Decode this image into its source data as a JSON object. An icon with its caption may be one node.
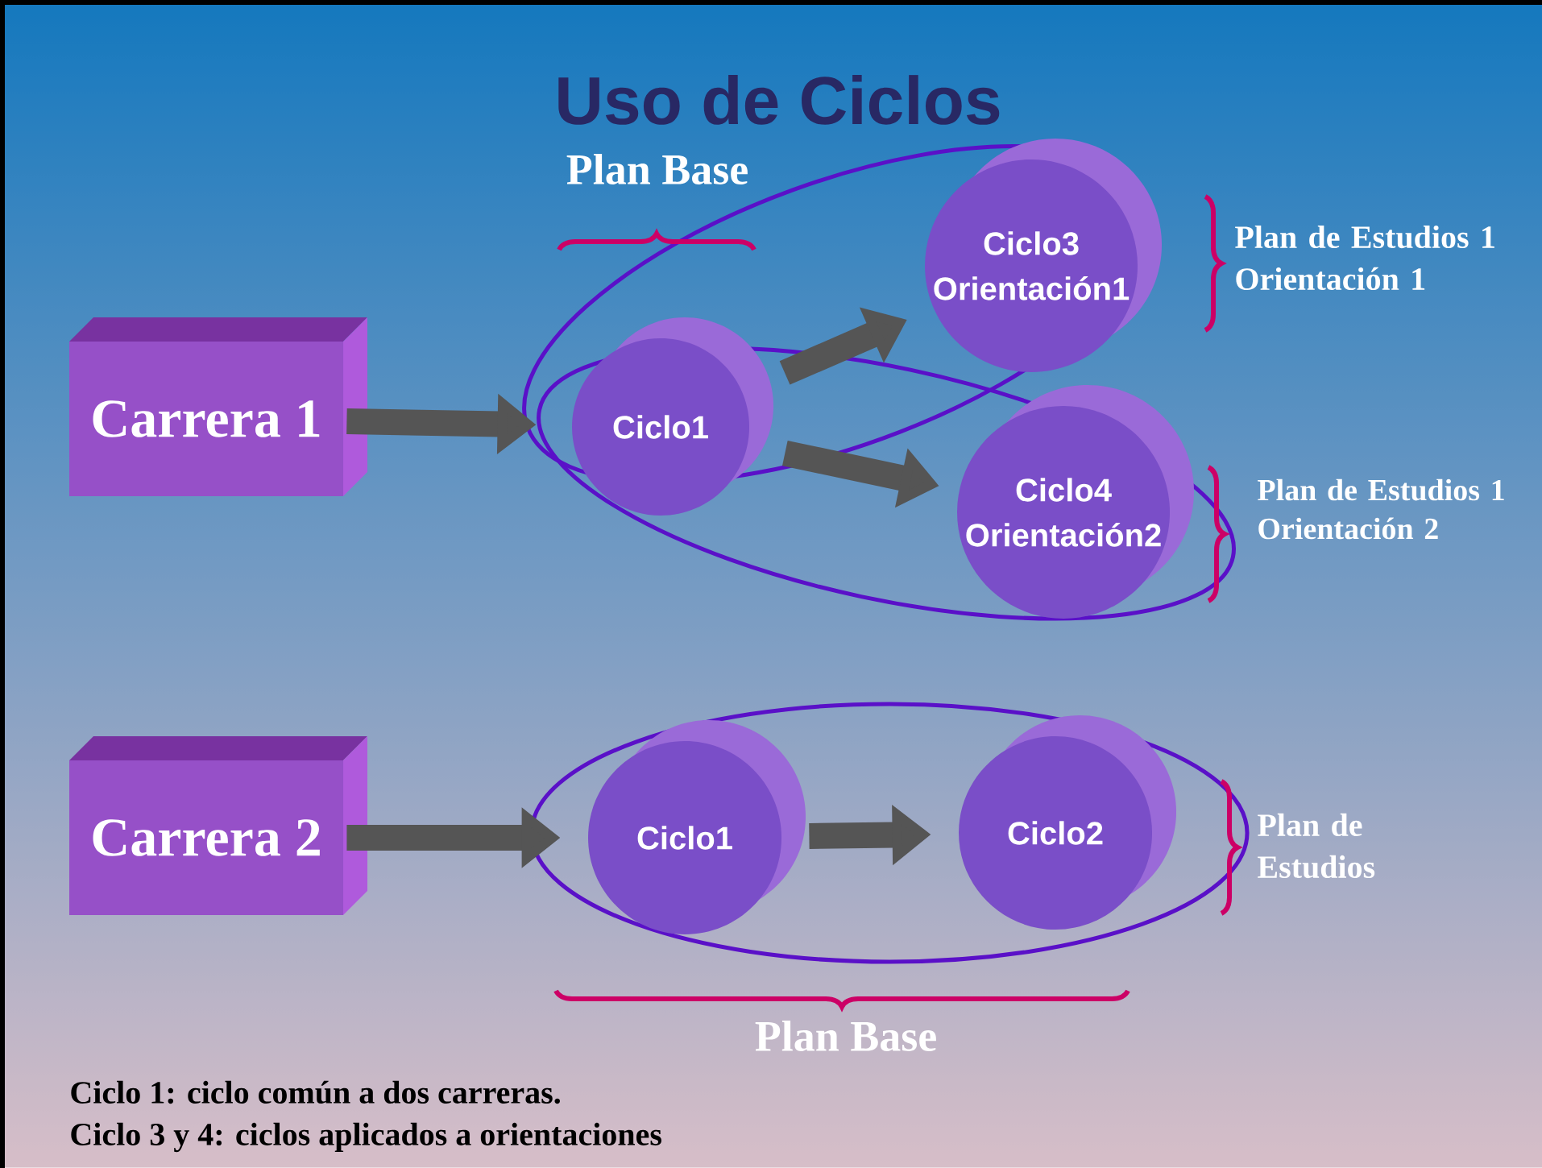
{
  "diagram": {
    "title": "Uso de Ciclos",
    "nodes": [
      {
        "text": [
          "Carrera 1"
        ]
      },
      {
        "text": [
          "Ciclo1"
        ]
      },
      {
        "text": [
          "Ciclo3 Orientación1"
        ]
      },
      {
        "text": [
          "Ciclo4 Orientación2"
        ]
      },
      {
        "text": [
          "Carrera 2"
        ]
      },
      {
        "text": [
          "Ciclo1"
        ]
      },
      {
        "text": [
          "Ciclo2"
        ]
      }
    ],
    "edges": [
      {
        "from": 0,
        "to": 1,
        "arrow": "to"
      },
      {
        "from": 1,
        "to": 2,
        "arrow": "to"
      },
      {
        "from": 1,
        "to": 3,
        "arrow": "to"
      },
      {
        "from": 4,
        "to": 5,
        "arrow": "to"
      },
      {
        "from": 5,
        "to": 6,
        "arrow": "to"
      }
    ],
    "labels": [
      "Plan Base",
      "Plan de Estudios 1 Orientación 1",
      "Plan de Estudios 1 Orientación 2",
      "Plan de Estudios",
      "Plan Base",
      "Ciclo 1: ciclo común a dos carreras.",
      "Ciclo 3 y 4: ciclos aplicados a orientaciones"
    ]
  }
}
